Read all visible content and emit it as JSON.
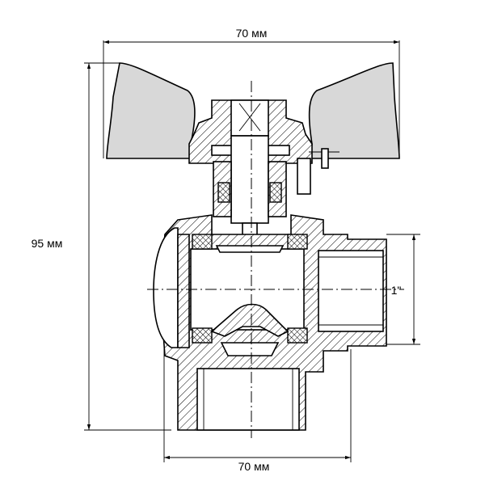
{
  "dimensions": {
    "top_width": "70 мм",
    "bottom_width": "70 мм",
    "height": "95 мм",
    "thread": "1\""
  },
  "colors": {
    "line": "#000000",
    "handle": "#d8d8d8",
    "background": "#ffffff"
  }
}
